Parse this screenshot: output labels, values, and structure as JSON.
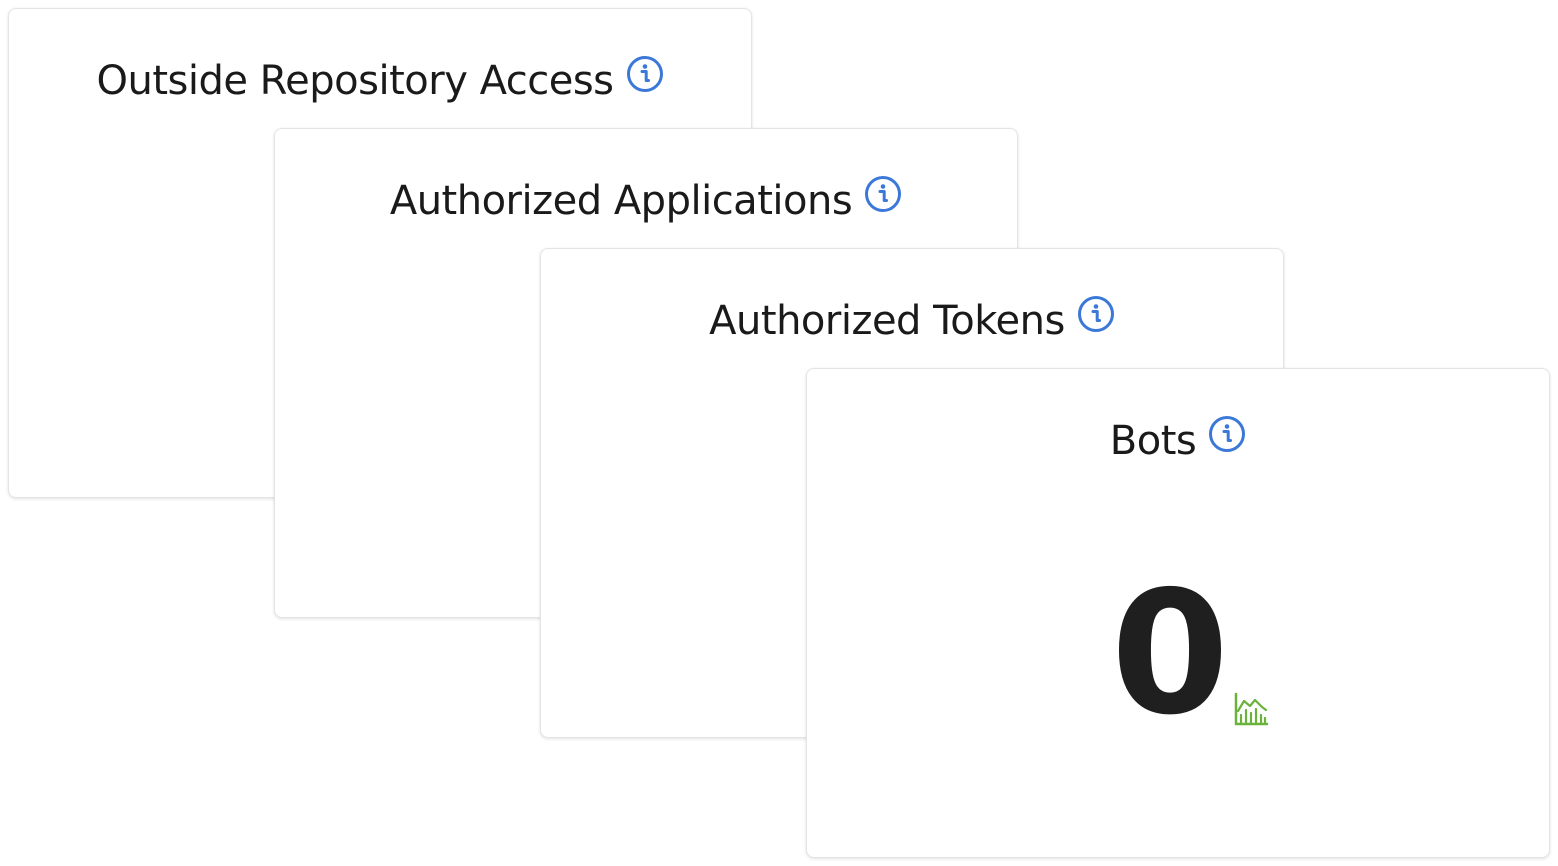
{
  "cards": [
    {
      "title": "Outside Repository Access",
      "info_icon": "info-circle-icon"
    },
    {
      "title": "Authorized Applications",
      "info_icon": "info-circle-icon"
    },
    {
      "title": "Authorized Tokens",
      "info_icon": "info-circle-icon"
    },
    {
      "title": "Bots",
      "info_icon": "info-circle-icon",
      "value": "0",
      "trend_icon": "trend-chart-icon"
    }
  ],
  "colors": {
    "info_icon": "#3b78d8",
    "trend_icon": "#6ab23a",
    "title_text": "#1a1a1a",
    "value_text": "#1f1f1f"
  }
}
